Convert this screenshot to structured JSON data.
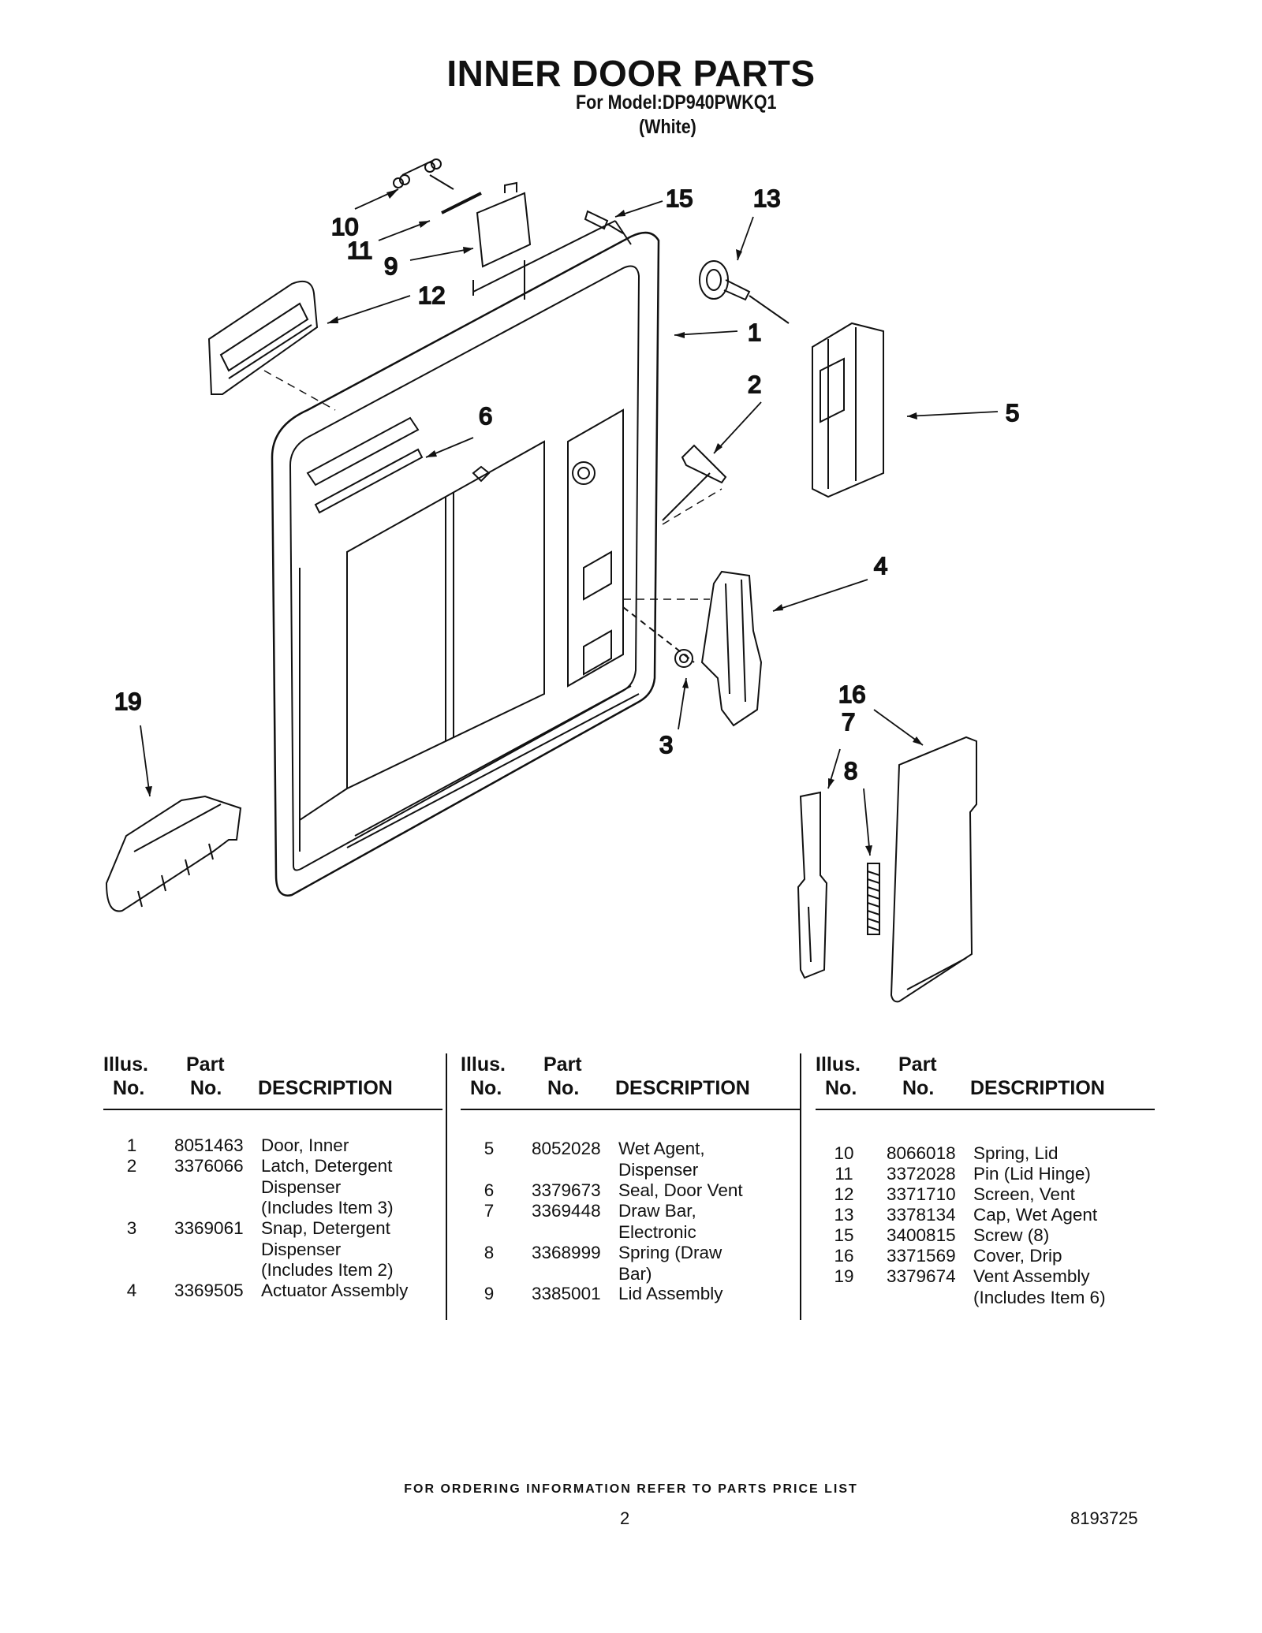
{
  "header": {
    "title": "INNER DOOR PARTS",
    "model_line": "For Model:DP940PWKQ1",
    "variant": "(White)"
  },
  "diagram": {
    "callouts": {
      "c1": "1",
      "c2": "2",
      "c3": "3",
      "c4": "4",
      "c5": "5",
      "c6": "6",
      "c7": "7",
      "c8": "8",
      "c9": "9",
      "c10": "10",
      "c11": "11",
      "c12": "12",
      "c13": "13",
      "c15": "15",
      "c16": "16",
      "c19": "19"
    }
  },
  "table": {
    "headers": {
      "illus_line1": "Illus.",
      "illus_line2": "No.",
      "part_line1": "Part",
      "part_line2": "No.",
      "description": "DESCRIPTION"
    },
    "columns": [
      {
        "rows": [
          {
            "no": "1",
            "part": "8051463",
            "desc": [
              "Door, Inner"
            ]
          },
          {
            "no": "2",
            "part": "3376066",
            "desc": [
              "Latch, Detergent",
              "Dispenser",
              "(Includes Item 3)"
            ]
          },
          {
            "no": "3",
            "part": "3369061",
            "desc": [
              "Snap, Detergent",
              "Dispenser",
              "(Includes Item 2)"
            ]
          },
          {
            "no": "4",
            "part": "3369505",
            "desc": [
              "Actuator Assembly"
            ]
          }
        ]
      },
      {
        "rows": [
          {
            "no": "5",
            "part": "8052028",
            "desc": [
              "Wet Agent,",
              "Dispenser"
            ]
          },
          {
            "no": "6",
            "part": "3379673",
            "desc": [
              "Seal, Door Vent"
            ]
          },
          {
            "no": "7",
            "part": "3369448",
            "desc": [
              "Draw Bar,",
              "Electronic"
            ]
          },
          {
            "no": "8",
            "part": "3368999",
            "desc": [
              "Spring (Draw",
              "Bar)"
            ]
          },
          {
            "no": "9",
            "part": "3385001",
            "desc": [
              "Lid Assembly"
            ]
          }
        ]
      },
      {
        "rows": [
          {
            "no": "10",
            "part": "8066018",
            "desc": [
              "Spring, Lid"
            ]
          },
          {
            "no": "11",
            "part": "3372028",
            "desc": [
              "Pin (Lid Hinge)"
            ]
          },
          {
            "no": "12",
            "part": "3371710",
            "desc": [
              "Screen, Vent"
            ]
          },
          {
            "no": "13",
            "part": "3378134",
            "desc": [
              "Cap, Wet Agent"
            ]
          },
          {
            "no": "15",
            "part": "3400815",
            "desc": [
              "Screw (8)"
            ]
          },
          {
            "no": "16",
            "part": "3371569",
            "desc": [
              "Cover, Drip"
            ]
          },
          {
            "no": "19",
            "part": "3379674",
            "desc": [
              "Vent Assembly",
              "(Includes Item 6)"
            ]
          }
        ]
      }
    ]
  },
  "footer": {
    "ordering_note": "FOR ORDERING INFORMATION REFER TO PARTS PRICE LIST",
    "page_number": "2",
    "document_number": "8193725"
  }
}
